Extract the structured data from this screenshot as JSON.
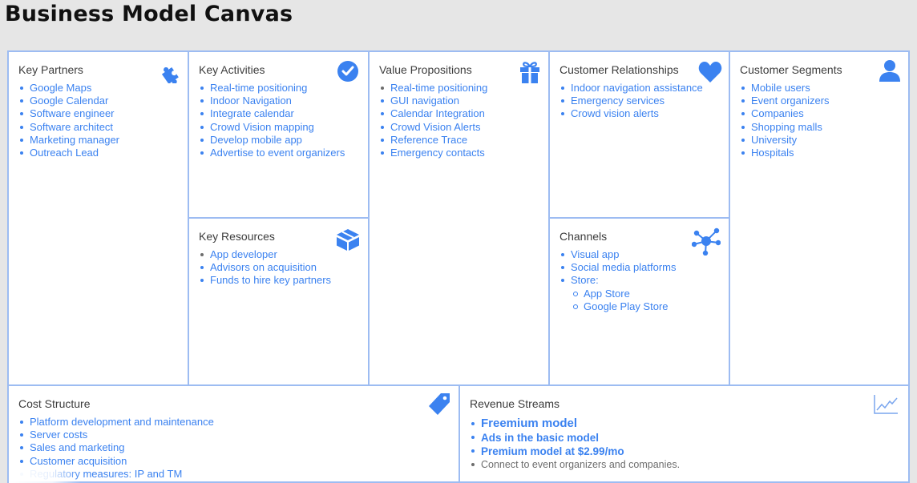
{
  "page": {
    "title": "Business Model Canvas"
  },
  "colors": {
    "accent": "#3b82f0",
    "border": "#9dbcf2",
    "background": "#e6e6e6"
  },
  "key_partners": {
    "title": "Key Partners",
    "icon": "puzzle-icon",
    "items": [
      "Google Maps",
      "Google Calendar",
      "Software engineer",
      "Software architect",
      "Marketing manager",
      "Outreach Lead"
    ]
  },
  "key_activities": {
    "title": "Key Activities",
    "icon": "check-circle-icon",
    "items": [
      "Real-time positioning",
      "Indoor Navigation",
      "Integrate calendar",
      "Crowd Vision mapping",
      "Develop mobile app",
      "Advertise to event organizers"
    ]
  },
  "key_resources": {
    "title": "Key Resources",
    "icon": "box-icon",
    "items": [
      "App developer",
      "Advisors on acquisition",
      "Funds to hire key partners"
    ]
  },
  "value_propositions": {
    "title": "Value Propositions",
    "icon": "gift-icon",
    "items": [
      "Real-time positioning",
      "GUI navigation",
      "Calendar Integration",
      "Crowd Vision Alerts",
      "Reference Trace",
      "Emergency contacts"
    ]
  },
  "customer_relationships": {
    "title": "Customer Relationships",
    "icon": "heart-icon",
    "items": [
      "Indoor navigation assistance",
      "Emergency services",
      "Crowd vision alerts"
    ]
  },
  "channels": {
    "title": "Channels",
    "icon": "network-icon",
    "items": [
      "Visual app",
      "Social media platforms",
      "Store:"
    ],
    "store_items": [
      "App Store",
      "Google Play Store"
    ]
  },
  "customer_segments": {
    "title": "Customer Segments",
    "icon": "person-icon",
    "items": [
      "Mobile users",
      "Event organizers",
      "Companies",
      "Shopping malls",
      "University",
      "Hospitals"
    ]
  },
  "cost_structure": {
    "title": "Cost Structure",
    "icon": "tag-icon",
    "items": [
      "Platform development and maintenance",
      "Server costs",
      "Sales and marketing",
      "Customer acquisition",
      "Regulatory measures: IP and TM"
    ]
  },
  "revenue_streams": {
    "title": "Revenue Streams",
    "icon": "line-chart-icon",
    "items": [
      "Freemium model",
      "Ads in the basic model",
      "Premium model at $2.99/mo",
      "Connect to event organizers and companies."
    ]
  }
}
